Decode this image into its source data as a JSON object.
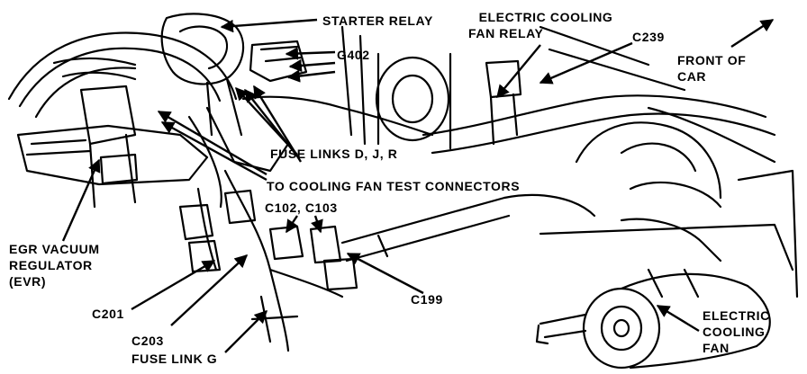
{
  "labels": {
    "starter_relay": "STARTER RELAY",
    "fan_relay_1": "ELECTRIC COOLING",
    "fan_relay_2": "FAN RELAY",
    "c239": "C239",
    "g402": "G402",
    "front_1": "FRONT OF",
    "front_2": "CAR",
    "fuse_links_djr": "FUSE LINKS D, J, R",
    "test_connectors": "TO COOLING FAN TEST CONNECTORS",
    "c102_c103": "C102, C103",
    "evr_1": "EGR VACUUM",
    "evr_2": "REGULATOR",
    "evr_3": "(EVR)",
    "c201": "C201",
    "c203": "C203",
    "fuse_link_g": "FUSE LINK G",
    "c199": "C199",
    "fan_1": "ELECTRIC",
    "fan_2": "COOLING",
    "fan_3": "FAN"
  },
  "colors": {
    "ink": "#000000",
    "paper": "#ffffff"
  }
}
